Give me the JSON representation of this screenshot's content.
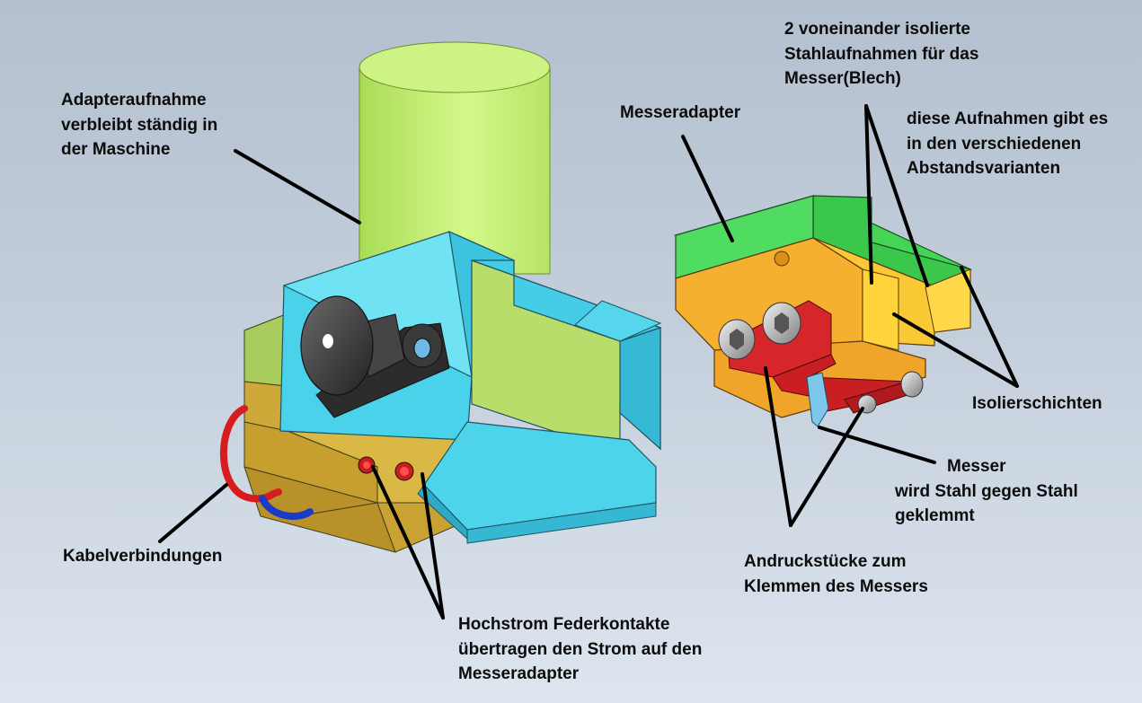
{
  "labels": {
    "adapteraufnahme": [
      "Adapteraufnahme",
      "verbleibt ständig in",
      "der Maschine"
    ],
    "messeradapter": "Messeradapter",
    "stahlaufnahmen": [
      "2 voneinander isolierte",
      "Stahlaufnahmen für das",
      "Messer(Blech)"
    ],
    "abstandsvarianten": [
      "diese Aufnahmen gibt es",
      "in den verschiedenen",
      "Abstandsvarianten"
    ],
    "isolierschichten": "Isolierschichten",
    "messer": [
      "Messer",
      "wird Stahl gegen Stahl",
      "geklemmt"
    ],
    "andruckstuecke": [
      "Andruckstücke zum",
      "Klemmen des Messers"
    ],
    "kabelverbindungen": "Kabelverbindungen",
    "federkontakte": [
      "Hochstrom Federkontakte",
      "übertragen den Strom auf den",
      "Messeradapter"
    ]
  },
  "colors": {
    "background": "#c3cedb",
    "adapter_cylinder": "#c8f07a",
    "adapter_body": "#4fd8ee",
    "holder_blocks": "#d9b63c",
    "blade_adapter_top": "#4cd65a",
    "blade_adapter_body": "#f2ae2a",
    "clamp_pieces": "#e0262a",
    "knob": "#3b3b3b",
    "leader_lines": "#000000"
  }
}
